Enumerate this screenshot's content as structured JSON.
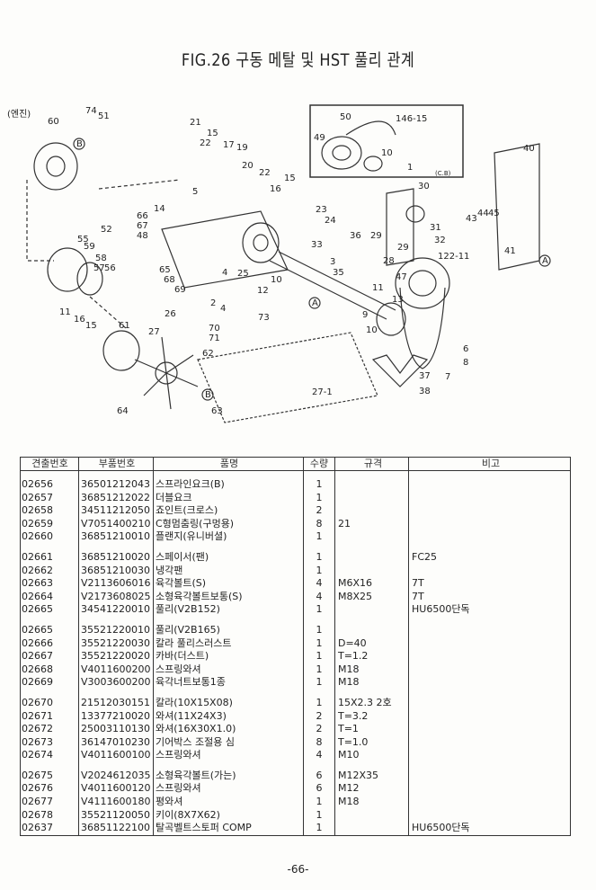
{
  "title": "FIG.26 구동 메탈 및 HST 풀리 관계",
  "footer": "-66-",
  "callouts": [
    "(엔진)",
    "60",
    "74",
    "51",
    "B",
    "21",
    "15",
    "22",
    "17",
    "19",
    "20",
    "22",
    "15",
    "16",
    "5",
    "14",
    "66",
    "67",
    "48",
    "52",
    "55",
    "59",
    "58",
    "57",
    "56",
    "50",
    "146-15",
    "49",
    "10",
    "1",
    "(C.B)",
    "40",
    "30",
    "23",
    "24",
    "33",
    "3",
    "35",
    "36",
    "29",
    "29",
    "31",
    "32",
    "28",
    "43",
    "44",
    "45",
    "41",
    "122-11",
    "47",
    "11",
    "13",
    "9",
    "10",
    "6",
    "8",
    "7",
    "37",
    "38",
    "27-1",
    "65",
    "68",
    "69",
    "4",
    "25",
    "12",
    "10",
    "2",
    "4",
    "26",
    "73",
    "27",
    "70",
    "71",
    "62",
    "61",
    "16",
    "15",
    "11",
    "64",
    "B",
    "63",
    "A",
    "A"
  ],
  "table": {
    "headers": [
      "견출번호",
      "부품번호",
      "품명",
      "수량",
      "규격",
      "비고"
    ],
    "groups": [
      [
        [
          "02656",
          "36501212043",
          "스프라인요크(B)",
          "1",
          "",
          ""
        ],
        [
          "02657",
          "36851212022",
          "더블요크",
          "1",
          "",
          ""
        ],
        [
          "02658",
          "34511212050",
          "죠인트(크로스)",
          "2",
          "",
          ""
        ],
        [
          "02659",
          "V7051400210",
          "C형멈춤링(구멍용)",
          "8",
          "21",
          ""
        ],
        [
          "02660",
          "36851210010",
          "플랜지(유니버셜)",
          "1",
          "",
          ""
        ]
      ],
      [
        [
          "02661",
          "36851210020",
          "스페이서(팬)",
          "1",
          "",
          "FC25"
        ],
        [
          "02662",
          "36851210030",
          "냉각팬",
          "1",
          "",
          ""
        ],
        [
          "02663",
          "V2113606016",
          "육각볼트(S)",
          "4",
          "M6X16",
          "7T"
        ],
        [
          "02664",
          "V2173608025",
          "소형육각볼트보통(S)",
          "4",
          "M8X25",
          "7T"
        ],
        [
          "02665",
          "34541220010",
          "풀리(V2B152)",
          "1",
          "",
          "HU6500단독"
        ]
      ],
      [
        [
          "02665",
          "35521220010",
          "풀리(V2B165)",
          "1",
          "",
          ""
        ],
        [
          "02666",
          "35521220030",
          "칼라 풀리스러스트",
          "1",
          "D=40",
          ""
        ],
        [
          "02667",
          "35521220020",
          "카바(더스트)",
          "1",
          "T=1.2",
          ""
        ],
        [
          "02668",
          "V4011600200",
          "스프링와셔",
          "1",
          "M18",
          ""
        ],
        [
          "02669",
          "V3003600200",
          "육각너트보통1종",
          "1",
          "M18",
          ""
        ]
      ],
      [
        [
          "02670",
          "21512030151",
          "칼라(10X15X08)",
          "1",
          "15X2.3  2호",
          ""
        ],
        [
          "02671",
          "13377210020",
          "와셔(11X24X3)",
          "2",
          "T=3.2",
          ""
        ],
        [
          "02672",
          "25003110130",
          "와셔(16X30X1.0)",
          "2",
          "T=1",
          ""
        ],
        [
          "02673",
          "36147010230",
          "기어박스 조절용 심",
          "8",
          "T=1.0",
          ""
        ],
        [
          "02674",
          "V4011600100",
          "스프링와셔",
          "4",
          "M10",
          ""
        ]
      ],
      [
        [
          "02675",
          "V2024612035",
          "소형육각볼트(가는)",
          "6",
          "M12X35",
          ""
        ],
        [
          "02676",
          "V4011600120",
          "스프링와셔",
          "6",
          "M12",
          ""
        ],
        [
          "02677",
          "V4111600180",
          "평와셔",
          "1",
          "M18",
          ""
        ],
        [
          "02678",
          "35521120050",
          "키이(8X7X62)",
          "1",
          "",
          ""
        ],
        [
          "02637",
          "36851122100",
          "탈곡벨트스토퍼  COMP",
          "1",
          "",
          "HU6500단독"
        ]
      ]
    ]
  }
}
